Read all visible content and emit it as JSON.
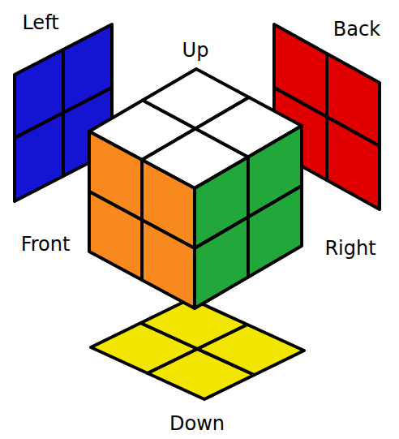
{
  "diagram": {
    "labels": [
      "Left",
      "Up",
      "Back",
      "Front",
      "Right",
      "Down"
    ]
  }
}
